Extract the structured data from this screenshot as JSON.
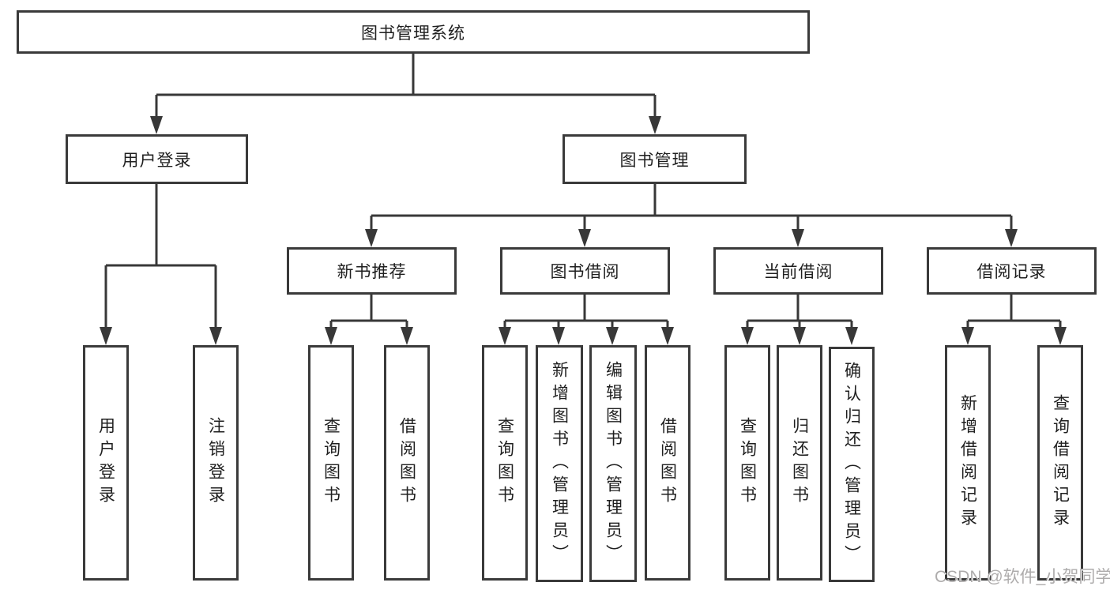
{
  "diagram": {
    "title": "图书管理系统",
    "watermark": "CSDN @软件_小贺同学",
    "colors": {
      "line": "#383838",
      "box_border": "#3a3a3a",
      "text": "#1f1f1f",
      "watermark": "#aeacac",
      "background": "#ffffff"
    },
    "tree": {
      "label": "图书管理系统",
      "children": [
        {
          "label": "用户登录",
          "children": [
            "用户登录",
            "注销登录"
          ]
        },
        {
          "label": "图书管理",
          "children": [
            {
              "label": "新书推荐",
              "children": [
                "查询图书",
                "借阅图书"
              ]
            },
            {
              "label": "图书借阅",
              "children": [
                "查询图书",
                "新增图书（管理员）",
                "编辑图书（管理员）",
                "借阅图书"
              ]
            },
            {
              "label": "当前借阅",
              "children": [
                "查询图书",
                "归还图书",
                "确认归还（管理员）"
              ]
            },
            {
              "label": "借阅记录",
              "children": [
                "新增借阅记录",
                "查询借阅记录"
              ]
            }
          ]
        }
      ]
    }
  }
}
